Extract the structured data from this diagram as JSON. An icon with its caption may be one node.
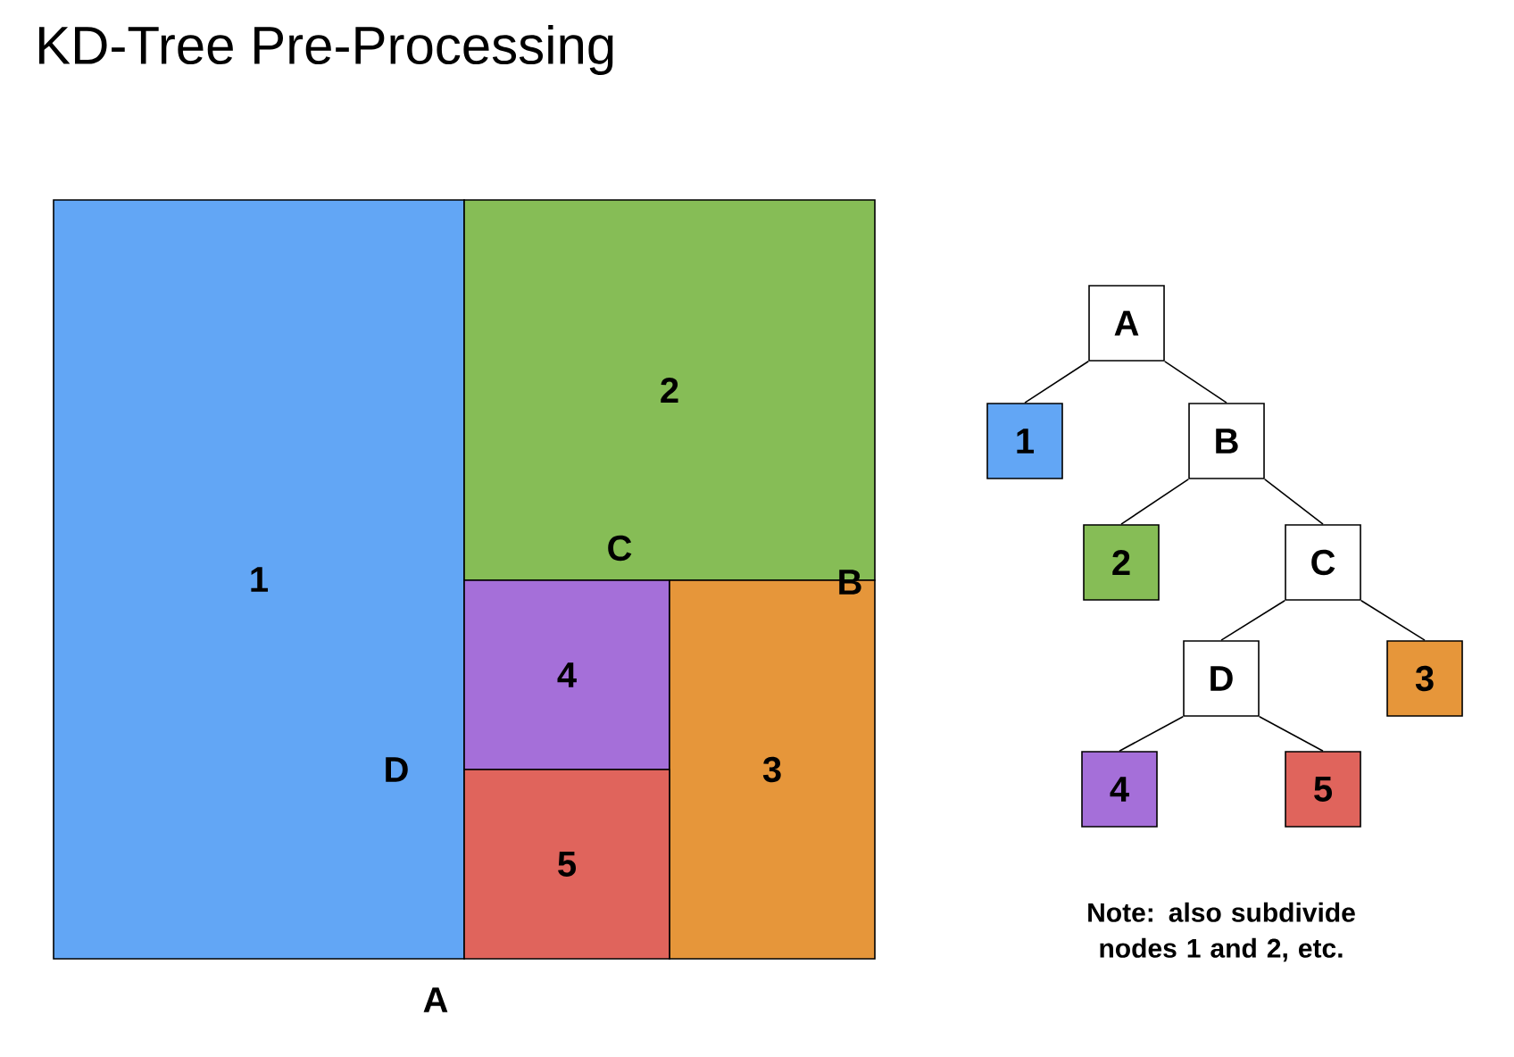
{
  "diagram": {
    "title": "KD-Tree Pre-Processing",
    "nodes": [
      {
        "text": [
          "1"
        ]
      },
      {
        "text": [
          "2"
        ]
      },
      {
        "text": [
          "4"
        ]
      },
      {
        "text": [
          "3"
        ]
      },
      {
        "text": [
          "5"
        ]
      },
      {
        "text": [
          "A"
        ]
      },
      {
        "text": [
          "1"
        ]
      },
      {
        "text": [
          "B"
        ]
      },
      {
        "text": [
          "2"
        ]
      },
      {
        "text": [
          "C"
        ]
      },
      {
        "text": [
          "D"
        ]
      },
      {
        "text": [
          "3"
        ]
      },
      {
        "text": [
          "4"
        ]
      },
      {
        "text": [
          "5"
        ]
      }
    ],
    "edges": [
      {
        "from": 5,
        "to": 6,
        "arrow": "none"
      },
      {
        "from": 5,
        "to": 7,
        "arrow": "none"
      },
      {
        "from": 7,
        "to": 8,
        "arrow": "none"
      },
      {
        "from": 7,
        "to": 9,
        "arrow": "none"
      },
      {
        "from": 9,
        "to": 10,
        "arrow": "none"
      },
      {
        "from": 9,
        "to": 11,
        "arrow": "none"
      },
      {
        "from": 10,
        "to": 12,
        "arrow": "none"
      },
      {
        "from": 10,
        "to": 13,
        "arrow": "none"
      }
    ],
    "labels": [
      "C",
      "B",
      "D",
      "A",
      "Note: also subdivide nodes 1 and 2, etc."
    ]
  }
}
